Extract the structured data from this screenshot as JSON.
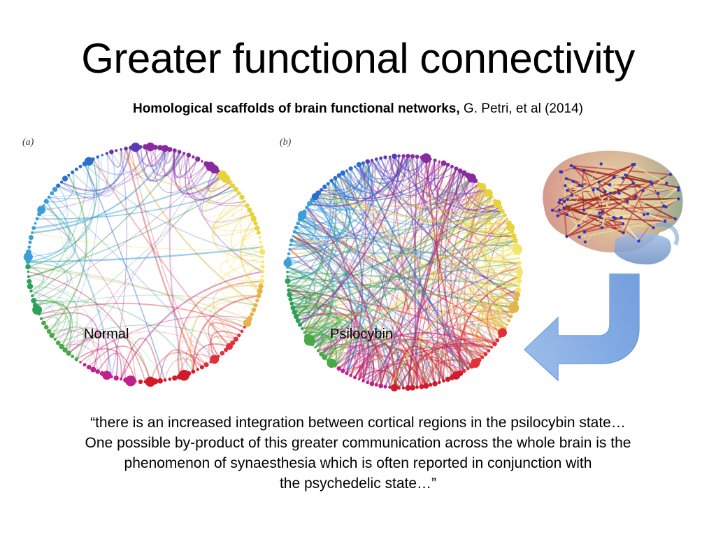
{
  "slide": {
    "title": "Greater functional connectivity",
    "citation_bold": "Homological scaffolds of brain functional networks,",
    "citation_rest": " G. Petri, et al (2014)"
  },
  "panels": {
    "a_label": "(a)",
    "b_label": "(b)",
    "a_caption": "Normal",
    "b_caption": "Psilocybin"
  },
  "quote": {
    "lines": [
      "“there is an increased integration between cortical regions in the psilocybin state…",
      "One possible by-product of this greater communication across the whole brain is the",
      "phenomenon of synaesthesia which is often reported in conjunction with",
      "the psychedelic state…”"
    ]
  },
  "colors": {
    "arrow_light": "#cfe0f7",
    "arrow_dark": "#5b8fd9",
    "brain_edge": "#b22222",
    "brain_node": "#2a35c9"
  }
}
